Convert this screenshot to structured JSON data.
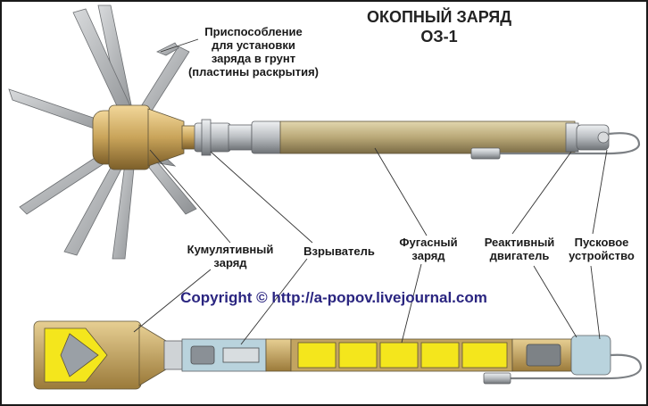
{
  "title": {
    "line1": "ОКОПНЫЙ ЗАРЯД",
    "line2": "ОЗ-1"
  },
  "labels": {
    "mounting": [
      "Приспособление",
      "для установки",
      "заряда в грунт",
      "(пластины раскрытия)"
    ],
    "cumulative": [
      "Кумулятивный",
      "заряд"
    ],
    "detonator": [
      "Взрыватель"
    ],
    "explosive": [
      "Фугасный",
      "заряд"
    ],
    "rocket": [
      "Реактивный",
      "двигатель"
    ],
    "launch": [
      "Пусковое",
      "устройство"
    ]
  },
  "copyright": "Copyright © http://a-popov.livejournal.com",
  "colors": {
    "brass": "#c9a45a",
    "olive": "#b9a877",
    "steel": "#b8bcc0",
    "explosive": "#f4e61c",
    "text": "#1a1a1a",
    "copyright": "#2a2580"
  }
}
